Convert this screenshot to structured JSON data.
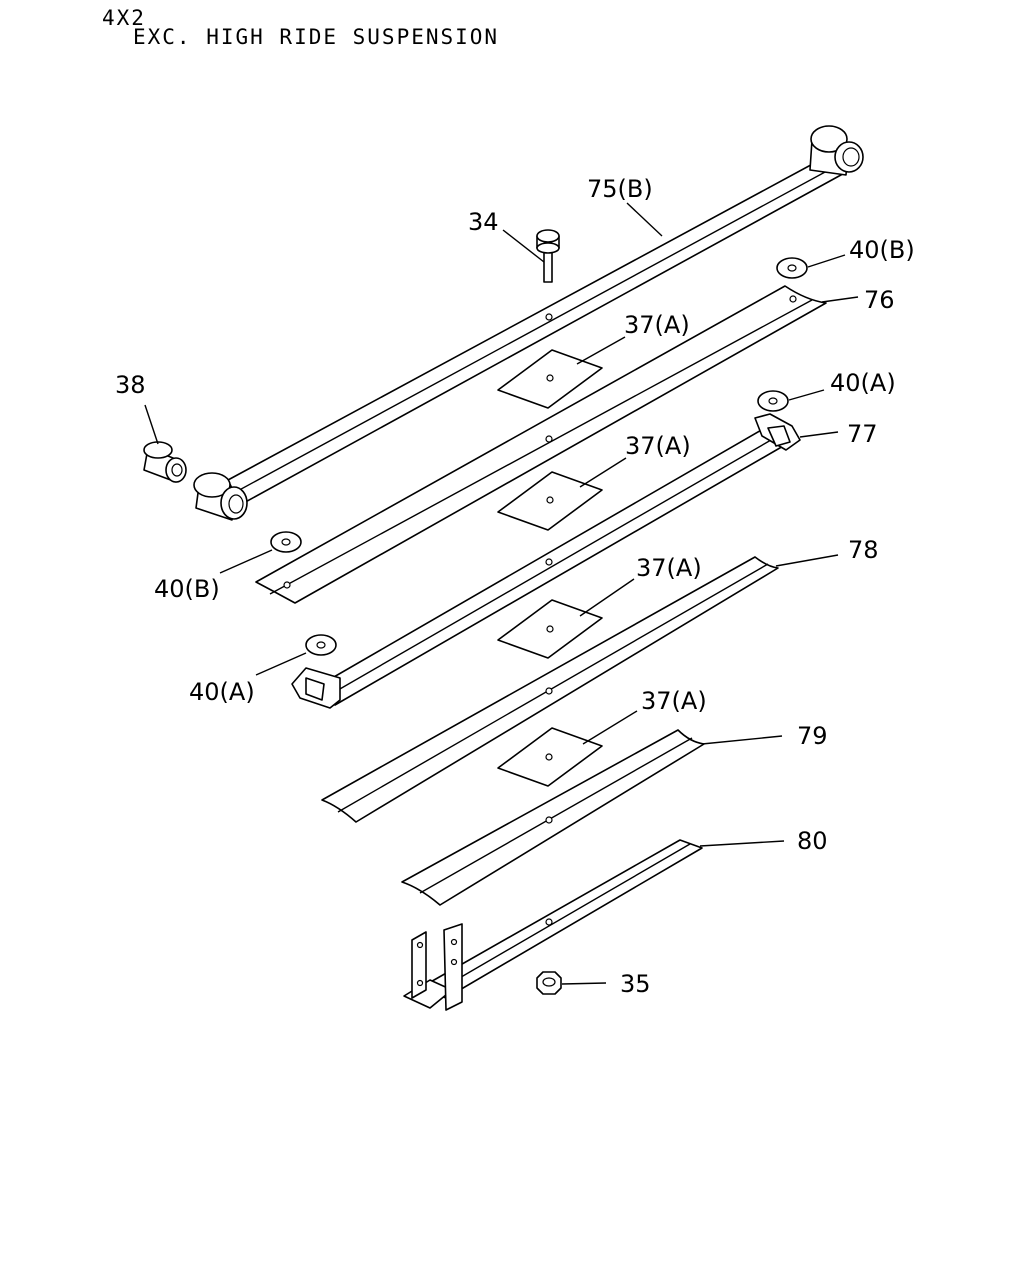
{
  "header": {
    "line1": "4X2",
    "line2": "EXC. HIGH RIDE SUSPENSION"
  },
  "callouts": {
    "c34": "34",
    "c75b": "75(B)",
    "c40b_top": "40(B)",
    "c76": "76",
    "c37a_1": "37(A)",
    "c38": "38",
    "c40a_top": "40(A)",
    "c77": "77",
    "c37a_2": "37(A)",
    "c40b_left": "40(B)",
    "c78": "78",
    "c37a_3": "37(A)",
    "c40a_left": "40(A)",
    "c37a_4": "37(A)",
    "c79": "79",
    "c80": "80",
    "c35": "35"
  }
}
